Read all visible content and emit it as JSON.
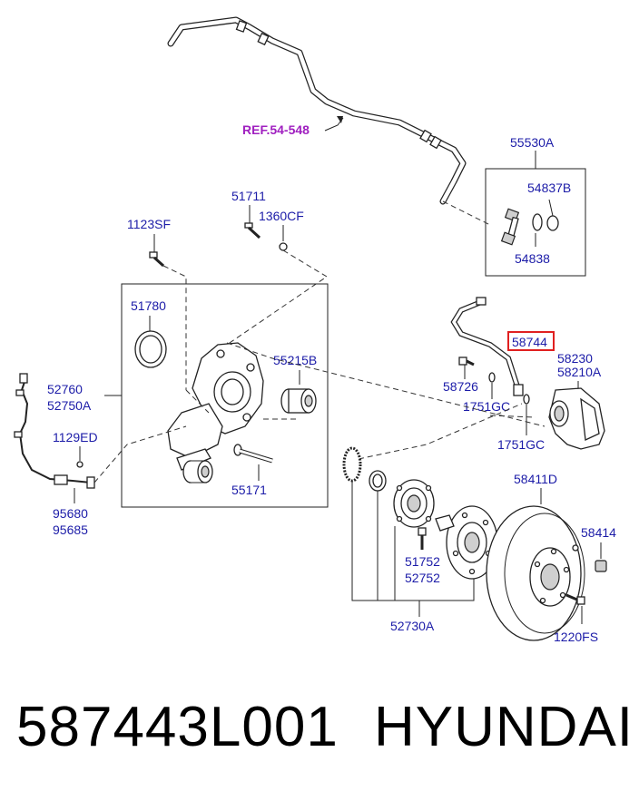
{
  "diagram": {
    "ref_label": "REF.54-548",
    "highlight_color": "#e02020",
    "label_color": "#1c1ca8",
    "ref_color": "#a020c0",
    "labels": {
      "p55530A": "55530A",
      "p54837B": "54837B",
      "p54838": "54838",
      "p51711": "51711",
      "p1360CF": "1360CF",
      "p1123SF": "1123SF",
      "p51780": "51780",
      "p55215B": "55215B",
      "p52760": "52760",
      "p52750A": "52750A",
      "p1129ED": "1129ED",
      "p55171": "55171",
      "p95680": "95680",
      "p95685": "95685",
      "p58744": "58744",
      "p58726": "58726",
      "p1751GC_a": "1751GC",
      "p1751GC_b": "1751GC",
      "p58230": "58230",
      "p58210A": "58210A",
      "p58411D": "58411D",
      "p58414": "58414",
      "p51752": "51752",
      "p52752": "52752",
      "p52730A": "52730A",
      "p1220FS": "1220FS"
    }
  },
  "footer": {
    "part_number": "587443L001",
    "brand": "HYUNDAI"
  }
}
